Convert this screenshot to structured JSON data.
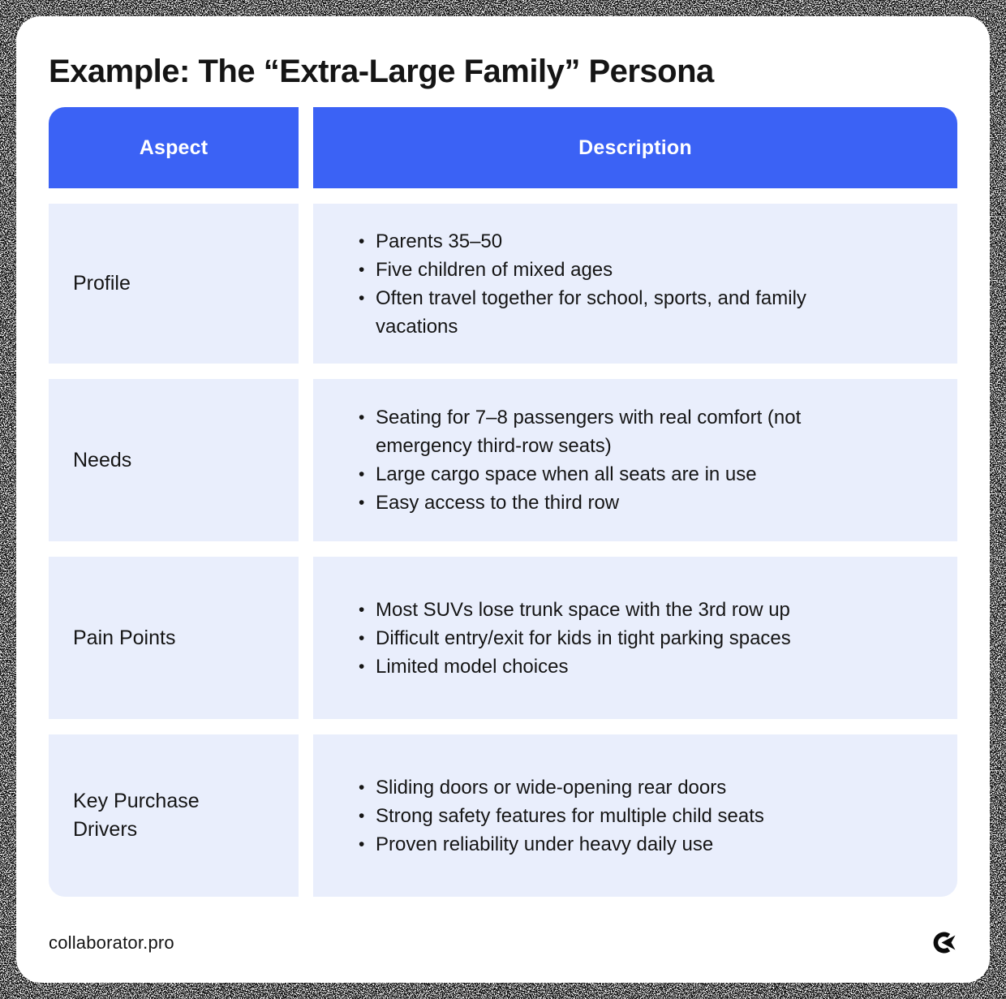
{
  "page": {
    "title": "Example: The “Extra-Large Family” Persona"
  },
  "table": {
    "columns": [
      "Aspect",
      "Description"
    ],
    "rows": [
      {
        "aspect": "Profile",
        "bullets": [
          "Parents 35–50",
          "Five children of mixed ages",
          "Often travel together for school, sports, and family vacations"
        ]
      },
      {
        "aspect": "Needs",
        "bullets": [
          "Seating for 7–8 passengers with real comfort (not emergency third-row seats)",
          "Large cargo space when all seats are in use",
          "Easy access to the third row"
        ]
      },
      {
        "aspect": "Pain Points",
        "bullets": [
          "Most SUVs lose trunk space with the 3rd row up",
          "Difficult entry/exit for kids in tight parking spaces",
          "Limited model choices"
        ]
      },
      {
        "aspect": "Key Purchase Drivers",
        "bullets": [
          "Sliding doors or wide-opening rear doors",
          "Strong safety features for multiple child seats",
          "Proven reliability under heavy daily use"
        ]
      }
    ]
  },
  "footer": {
    "brand": "collaborator.pro",
    "logo_icon": "collaborator-logo-icon"
  },
  "colors": {
    "header_bg": "#3B62F5",
    "cell_bg": "#E9EEFC",
    "text": "#151515",
    "header_text": "#FFFFFF",
    "card_bg": "#FFFFFF",
    "border_noise": "#0A0A0A"
  }
}
